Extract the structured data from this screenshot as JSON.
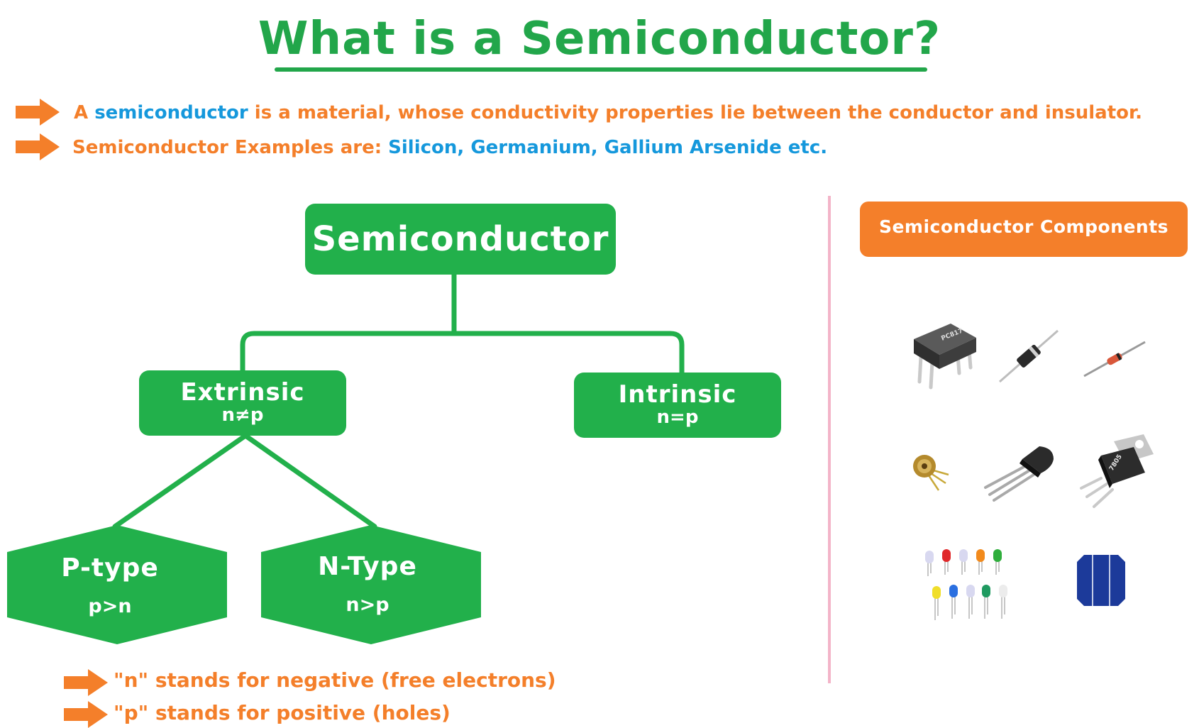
{
  "header": {
    "title": "What is a Semiconductor?"
  },
  "bullets": [
    {
      "parts": [
        {
          "text": "A ",
          "color": "orange"
        },
        {
          "text": "semiconductor",
          "color": "blue"
        },
        {
          "text": " is a material, whose conductivity properties lie between the conductor and insulator.",
          "color": "orange"
        }
      ]
    },
    {
      "parts": [
        {
          "text": "Semiconductor Examples are: ",
          "color": "orange"
        },
        {
          "text": "Silicon, Germanium, Gallium Arsenide etc.",
          "color": "blue"
        }
      ]
    }
  ],
  "tree": {
    "root": "Semiconductor",
    "extrinsic": {
      "title": "Extrinsic",
      "relation": "n≠p"
    },
    "intrinsic": {
      "title": "Intrinsic",
      "relation": "n=p"
    },
    "ptype": {
      "title": "P-type",
      "relation": "p>n"
    },
    "ntype": {
      "title": "N-Type",
      "relation": "n>p"
    }
  },
  "legend": [
    "\"n\" stands for negative (free electrons)",
    "\"p\" stands for positive (holes)"
  ],
  "components": {
    "title": "Semiconductor Components",
    "icons": [
      "optocoupler-icon",
      "diode-icon",
      "zener-diode-icon",
      "laser-diode-icon",
      "transistor-icon",
      "voltage-regulator-icon",
      "leds-icon",
      "solar-cell-icon"
    ]
  },
  "colors": {
    "green": "#22b04b",
    "title_green": "#22a64a",
    "orange": "#f47f2a",
    "blue": "#1598dc",
    "divider": "#f3b4c8"
  }
}
